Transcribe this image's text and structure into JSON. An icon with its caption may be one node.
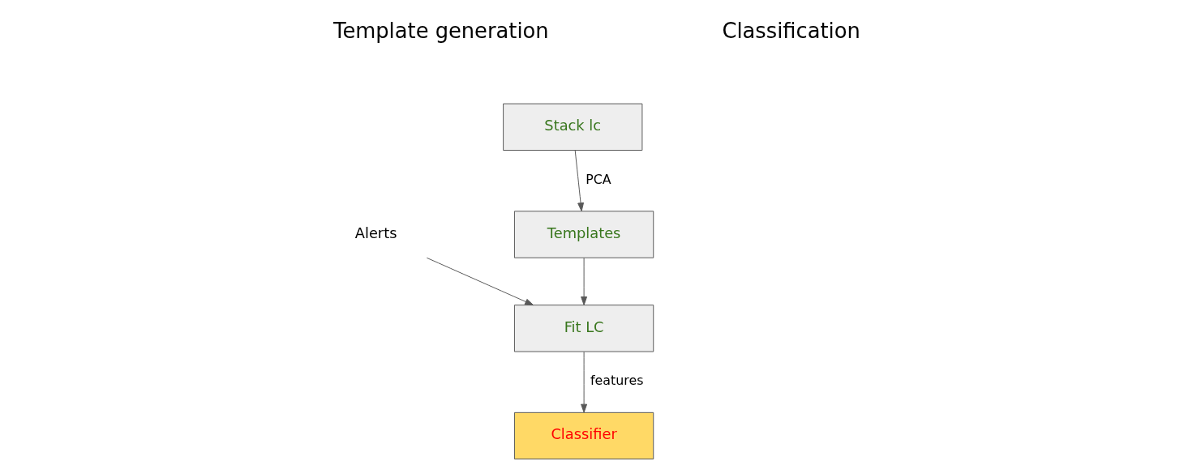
{
  "diagram": {
    "nodes": [
      {
        "text": [
          "Stack lc"
        ]
      },
      {
        "text": [
          "Templates"
        ]
      },
      {
        "text": [
          "Fit LC"
        ]
      },
      {
        "text": [
          "Classifier"
        ]
      },
      {
        "text": [
          "Alerts"
        ]
      }
    ],
    "edges": [
      {
        "from": 0,
        "to": 1,
        "arrow": "to",
        "label": "PCA"
      },
      {
        "from": 1,
        "to": 2,
        "arrow": "to"
      },
      {
        "from": 4,
        "to": 2,
        "arrow": "to"
      },
      {
        "from": 2,
        "to": 3,
        "arrow": "to",
        "label": "features"
      }
    ],
    "labels": [
      "Template generation",
      "Classification"
    ]
  }
}
